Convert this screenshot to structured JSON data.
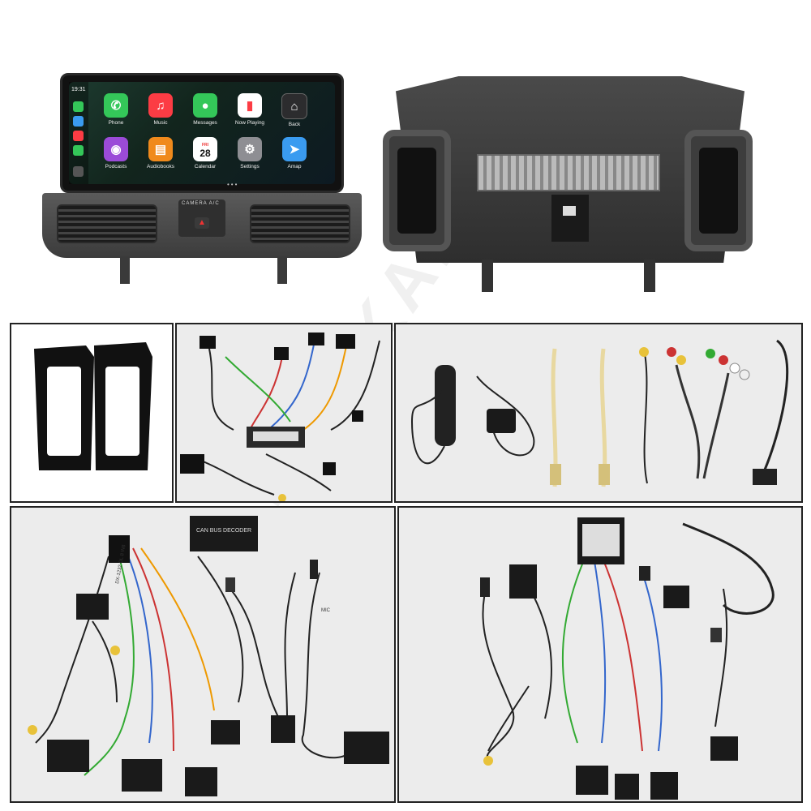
{
  "watermark": "MOOKAKA",
  "head_unit": {
    "status_time": "19:31",
    "apps": [
      {
        "label": "Phone",
        "color": "#34c759",
        "glyph": "✆"
      },
      {
        "label": "Music",
        "color": "#fc3c44",
        "glyph": "♫"
      },
      {
        "label": "Messages",
        "color": "#34c759",
        "glyph": "●"
      },
      {
        "label": "Now Playing",
        "color": "#ffffff",
        "glyph": "▮"
      },
      {
        "label": "Back",
        "color": "#2c2c2e",
        "glyph": "⌂"
      },
      {
        "label": "Podcasts",
        "color": "#9b4bd8",
        "glyph": "◉"
      },
      {
        "label": "Audiobooks",
        "color": "#f08a1c",
        "glyph": "▤"
      },
      {
        "label": "Calendar",
        "color": "#ffffff",
        "glyph": "28"
      },
      {
        "label": "Settings",
        "color": "#8e8e93",
        "glyph": "⚙"
      },
      {
        "label": "Amap",
        "color": "#3a9bf0",
        "glyph": "➤"
      }
    ],
    "calendar_day": "FRI",
    "panel_labels": "CAMERA    A/C"
  },
  "panels": [
    {
      "name": "bezel-adapters",
      "items": "vent frames"
    },
    {
      "name": "canbus-harness",
      "items": "harness"
    },
    {
      "name": "antenna-gps-usb-rca",
      "items": "accessories"
    },
    {
      "name": "harness-set-a",
      "items": "harness"
    },
    {
      "name": "harness-set-b",
      "items": "harness"
    }
  ],
  "labels": {
    "canbus_box_a": "CAN BUS DECODER",
    "harness_tag_a": "DX-1232 OL 8 W8",
    "tag_mic": "MIC"
  }
}
